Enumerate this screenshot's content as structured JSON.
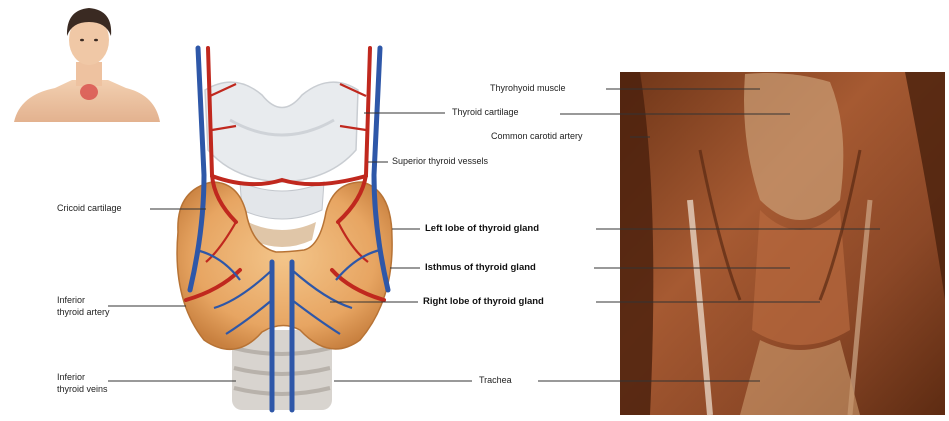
{
  "labels": {
    "cricoid_cartilage": "Cricoid cartilage",
    "inferior_thyroid_artery_line1": "Inferior",
    "inferior_thyroid_artery_line2": "thyroid artery",
    "inferior_thyroid_veins_line1": "Inferior",
    "inferior_thyroid_veins_line2": "thyroid veins",
    "superior_thyroid_vessels": "Superior thyroid vessels",
    "left_lobe": "Left lobe of thyroid gland",
    "isthmus": "Isthmus of thyroid gland",
    "right_lobe": "Right lobe of thyroid gland",
    "trachea": "Trachea",
    "thyrohyoid_muscle": "Thyrohyoid muscle",
    "thyroid_cartilage": "Thyroid cartilage",
    "common_carotid_artery": "Common carotid artery"
  },
  "colors": {
    "gland": "#e8a866",
    "gland_shadow": "#c9803e",
    "artery": "#c0281e",
    "vein": "#2e57a8",
    "cartilage": "#e9ecef",
    "trachea": "#d9d6d2",
    "photo_base": "#8a4a28",
    "leader": "#333333"
  }
}
